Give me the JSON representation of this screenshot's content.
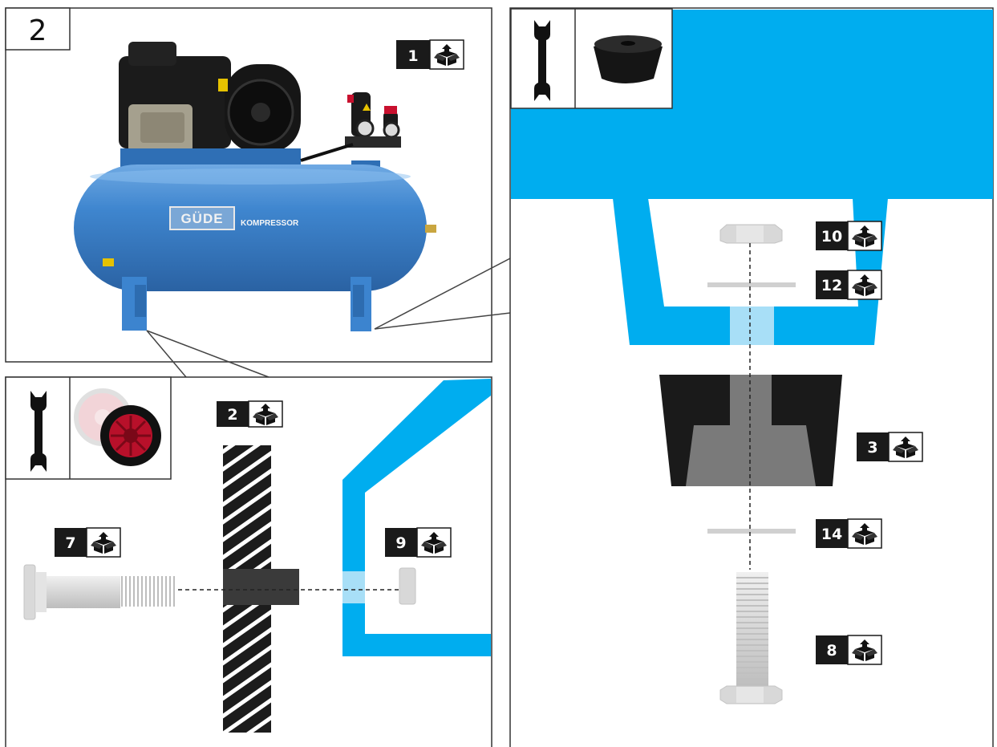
{
  "step": {
    "number": "2"
  },
  "product": {
    "brand": "GÜDE",
    "model": "KOMPRESSOR"
  },
  "badges": {
    "compressor": "1",
    "wheel": "2",
    "foot": "3",
    "axle_bolt": "7",
    "foot_bolt": "8",
    "axle_nut": "9",
    "foot_nut": "10",
    "upper_washer": "12",
    "lower_washer": "14"
  },
  "icons": {
    "tool": "wrench-icon",
    "part_pickup": "box-icon"
  },
  "colors": {
    "frame_blue": "#00adef",
    "compressor_blue": "#3f86cf",
    "badge_black": "#1a1a1a",
    "part_grey": "#d8d8d8",
    "wheel_red": "#b8102a"
  }
}
